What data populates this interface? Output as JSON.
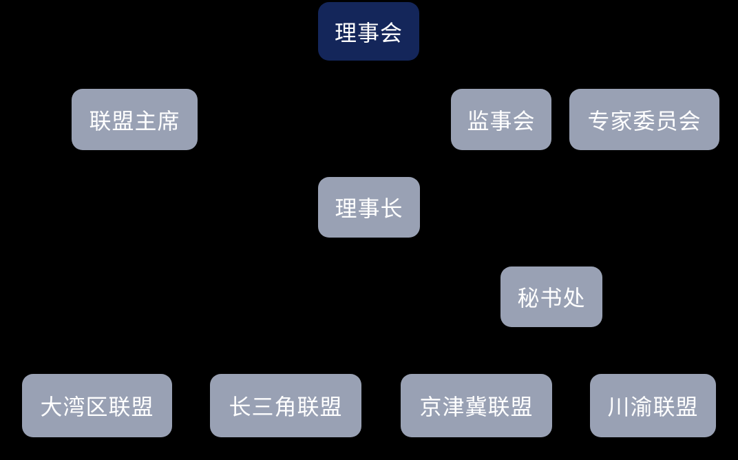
{
  "diagram": {
    "type": "org-chart",
    "background_color": "#000000",
    "colors": {
      "primary_node": "#14265a",
      "secondary_node": "#99a1b4",
      "node_text": "#ffffff"
    },
    "nodes": [
      {
        "id": "board-of-directors",
        "label": "理事会",
        "variant": "primary",
        "level": 1
      },
      {
        "id": "alliance-chairman",
        "label": "联盟主席",
        "variant": "secondary",
        "level": 2
      },
      {
        "id": "supervisory-board",
        "label": "监事会",
        "variant": "secondary",
        "level": 2
      },
      {
        "id": "expert-committee",
        "label": "专家委员会",
        "variant": "secondary",
        "level": 2
      },
      {
        "id": "council-president",
        "label": "理事长",
        "variant": "secondary",
        "level": 3
      },
      {
        "id": "secretariat",
        "label": "秘书处",
        "variant": "secondary",
        "level": 4
      },
      {
        "id": "greater-bay-area-alliance",
        "label": "大湾区联盟",
        "variant": "secondary",
        "level": 5
      },
      {
        "id": "yangtze-river-delta-alliance",
        "label": "长三角联盟",
        "variant": "secondary",
        "level": 5
      },
      {
        "id": "beijing-tianjin-hebei-alliance",
        "label": "京津冀联盟",
        "variant": "secondary",
        "level": 5
      },
      {
        "id": "sichuan-chongqing-alliance",
        "label": "川渝联盟",
        "variant": "secondary",
        "level": 5
      }
    ]
  }
}
